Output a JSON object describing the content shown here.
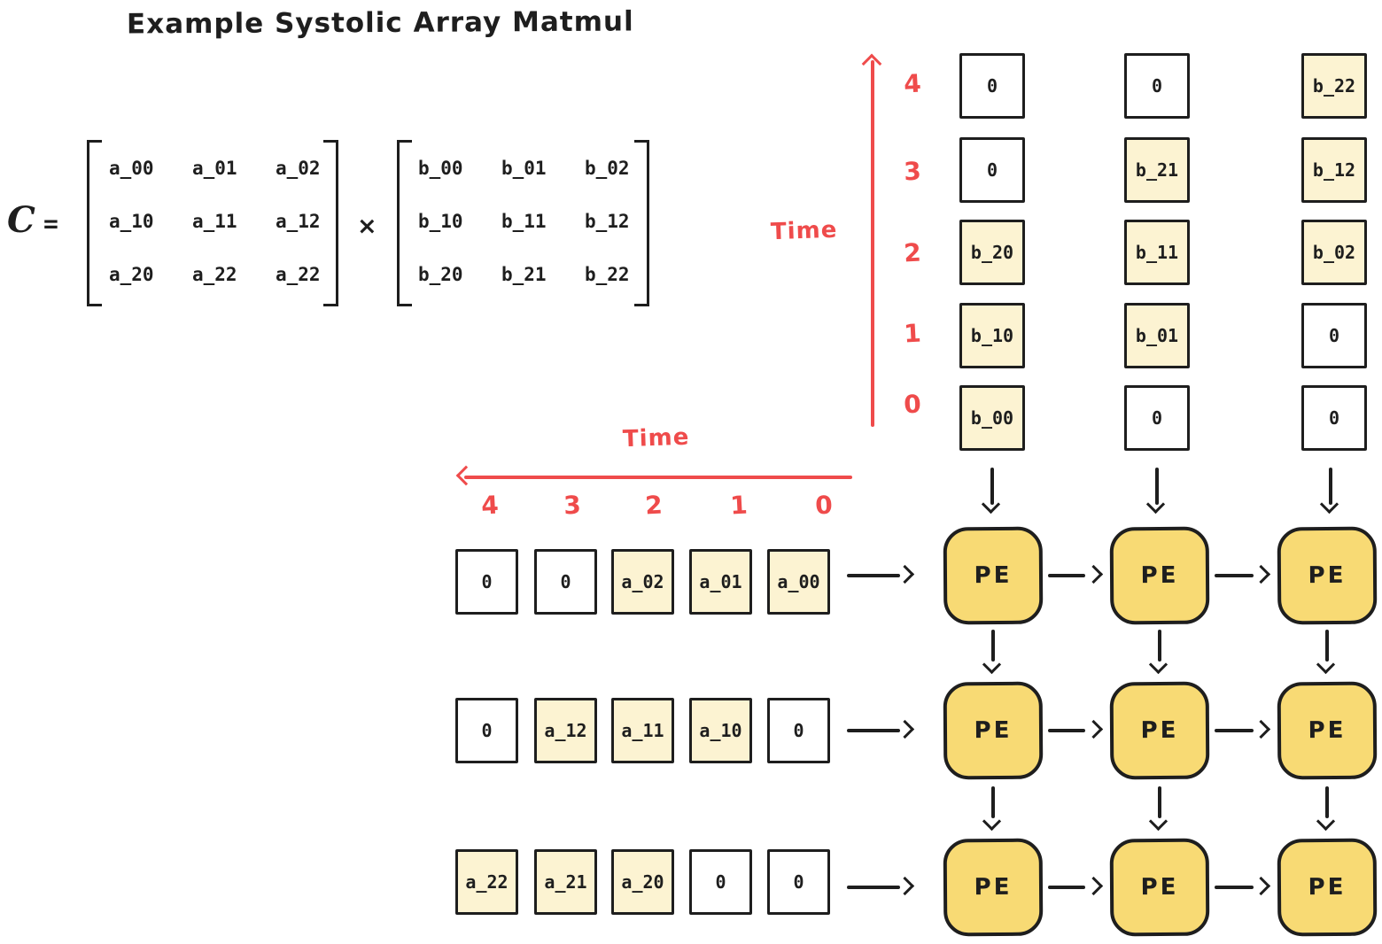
{
  "title": "Example Systolic Array Matmul",
  "colors": {
    "red": "#ef4b4b",
    "ink": "#1e1e1e",
    "pe": "#f8da74",
    "cream": "#fcf3d2"
  },
  "equation": {
    "lhs": "C",
    "equals": "=",
    "times": "×",
    "matrix_a": {
      "rows": [
        [
          "a_00",
          "a_01",
          "a_02"
        ],
        [
          "a_10",
          "a_11",
          "a_12"
        ],
        [
          "a_20",
          "a_22",
          "a_22"
        ]
      ]
    },
    "matrix_b": {
      "rows": [
        [
          "b_00",
          "b_01",
          "b_02"
        ],
        [
          "b_10",
          "b_11",
          "b_12"
        ],
        [
          "b_20",
          "b_21",
          "b_22"
        ]
      ]
    }
  },
  "vertical_axis": {
    "label": "Time",
    "ticks": [
      "4",
      "3",
      "2",
      "1",
      "0"
    ]
  },
  "horizontal_axis": {
    "label": "Time",
    "ticks": [
      "4",
      "3",
      "2",
      "1",
      "0"
    ]
  },
  "b_feed": {
    "rows": [
      {
        "cells": [
          {
            "label": "0",
            "filled": false
          },
          {
            "label": "0",
            "filled": false
          },
          {
            "label": "b_22",
            "filled": true
          }
        ]
      },
      {
        "cells": [
          {
            "label": "0",
            "filled": false
          },
          {
            "label": "b_21",
            "filled": true
          },
          {
            "label": "b_12",
            "filled": true
          }
        ]
      },
      {
        "cells": [
          {
            "label": "b_20",
            "filled": true
          },
          {
            "label": "b_11",
            "filled": true
          },
          {
            "label": "b_02",
            "filled": true
          }
        ]
      },
      {
        "cells": [
          {
            "label": "b_10",
            "filled": true
          },
          {
            "label": "b_01",
            "filled": true
          },
          {
            "label": "0",
            "filled": false
          }
        ]
      },
      {
        "cells": [
          {
            "label": "b_00",
            "filled": true
          },
          {
            "label": "0",
            "filled": false
          },
          {
            "label": "0",
            "filled": false
          }
        ]
      }
    ]
  },
  "a_feed": {
    "rows": [
      {
        "cells": [
          {
            "label": "0",
            "filled": false
          },
          {
            "label": "0",
            "filled": false
          },
          {
            "label": "a_02",
            "filled": true
          },
          {
            "label": "a_01",
            "filled": true
          },
          {
            "label": "a_00",
            "filled": true
          }
        ]
      },
      {
        "cells": [
          {
            "label": "0",
            "filled": false
          },
          {
            "label": "a_12",
            "filled": true
          },
          {
            "label": "a_11",
            "filled": true
          },
          {
            "label": "a_10",
            "filled": true
          },
          {
            "label": "0",
            "filled": false
          }
        ]
      },
      {
        "cells": [
          {
            "label": "a_22",
            "filled": true
          },
          {
            "label": "a_21",
            "filled": true
          },
          {
            "label": "a_20",
            "filled": true
          },
          {
            "label": "0",
            "filled": false
          },
          {
            "label": "0",
            "filled": false
          }
        ]
      }
    ]
  },
  "pe_grid": {
    "label": "PE"
  },
  "icons": {
    "vertical_axis_arrow": "up-arrow",
    "horizontal_axis_arrow": "left-arrow",
    "flow_down": "down-arrow",
    "flow_right": "right-arrow"
  }
}
